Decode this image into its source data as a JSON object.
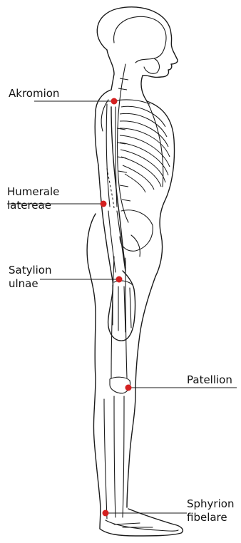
{
  "landmarks": [
    {
      "id": "akromion",
      "lines": [
        "Akromion"
      ]
    },
    {
      "id": "humerale",
      "lines": [
        "Humerale",
        "latereae"
      ]
    },
    {
      "id": "satylion",
      "lines": [
        "Satylion",
        "ulnae"
      ]
    },
    {
      "id": "patellion",
      "lines": [
        "Patellion"
      ]
    },
    {
      "id": "sphyrion",
      "lines": [
        "Sphyrion",
        "fibelare"
      ]
    }
  ],
  "colors": {
    "marker": "#d42020",
    "line": "#1a1a1a"
  }
}
